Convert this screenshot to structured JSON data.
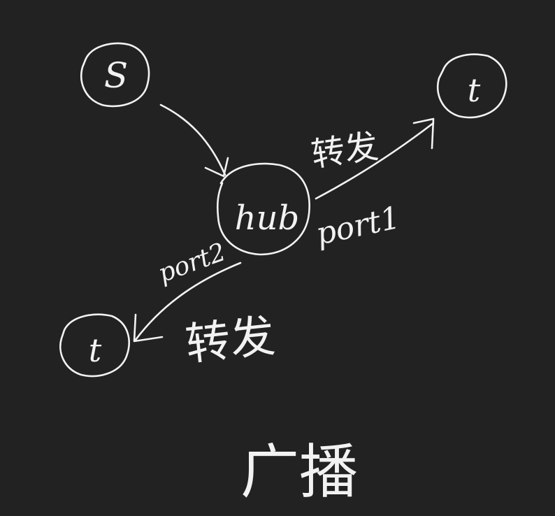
{
  "diagram": {
    "nodes": {
      "source": "S",
      "hub": "hub",
      "target_top_right": "t",
      "target_bottom_left": "t"
    },
    "edges": {
      "port1_label": "port1",
      "port2_label": "port2",
      "forward_top_label": "转发",
      "forward_bottom_label": "转发"
    },
    "caption": "广播",
    "colors": {
      "background": "#222222",
      "ink": "#f2f2f2"
    }
  }
}
